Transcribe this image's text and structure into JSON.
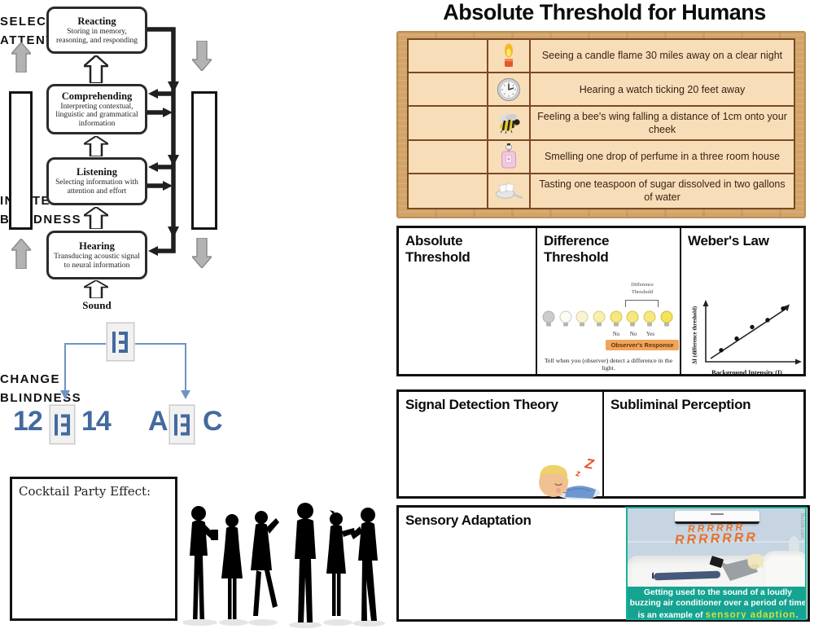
{
  "title": "Absolute Threshold for Humans",
  "flowchart": {
    "stages": [
      {
        "title": "Reacting",
        "desc": "Storing in memory, reasoning, and responding"
      },
      {
        "title": "Comprehending",
        "desc": "Interpreting contextual, linguistic and grammatical information"
      },
      {
        "title": "Listening",
        "desc": "Selecting information with attention and effort"
      },
      {
        "title": "Hearing",
        "desc": "Transducing acoustic signal to neural information"
      }
    ],
    "source_label": "Sound"
  },
  "circles": [
    {
      "line1": "Selective",
      "line2": "Attention"
    },
    {
      "line1": "Inattentional",
      "line2": "Blindness"
    },
    {
      "line1": "Change",
      "line2": "Blindness"
    }
  ],
  "ambiguous_figure": {
    "left_before": "12",
    "left_after": "14",
    "right_before": "A",
    "right_after": "C"
  },
  "cocktail": {
    "label": "Cocktail Party Effect:"
  },
  "threshold_table": {
    "rows": [
      {
        "icon": "candle-icon",
        "text": "Seeing a candle flame 30 miles away on a clear night"
      },
      {
        "icon": "watch-icon",
        "text": "Hearing a watch ticking 20 feet away"
      },
      {
        "icon": "bee-icon",
        "text": "Feeling a bee's wing falling a distance of 1cm onto your cheek"
      },
      {
        "icon": "perfume-icon",
        "text": "Smelling one drop of perfume in a three room house"
      },
      {
        "icon": "sugar-icon",
        "text": "Tasting one teaspoon of sugar dissolved in two gallons of water"
      }
    ]
  },
  "concepts": {
    "absolute": "Absolute Threshold",
    "difference": "Difference Threshold",
    "weber": "Weber's Law",
    "signal": "Signal Detection Theory",
    "subliminal": "Subliminal Perception",
    "sensory": "Sensory Adaptation"
  },
  "difference_figure": {
    "bracket_line1": "Difference",
    "bracket_line2": "Threshold",
    "responses": [
      "No",
      "No",
      "Yes"
    ],
    "response_box": "Observer's Response",
    "caption": "Tell when you (observer) detect a difference in the light.",
    "bulb_colors": [
      "#cccccc",
      "#fdfcf0",
      "#faf4d4",
      "#f8eeae",
      "#f6e87f",
      "#f6e87f",
      "#f6e87f",
      "#f4e259"
    ]
  },
  "weber_graph": {
    "type": "scatter",
    "ylabel": "ΔI (difference threshold)",
    "xlabel": "Background Intensity (I)",
    "points": [
      {
        "x": 1,
        "y": 1
      },
      {
        "x": 2,
        "y": 2
      },
      {
        "x": 3,
        "y": 3
      },
      {
        "x": 4,
        "y": 3.6
      },
      {
        "x": 5,
        "y": 4.6
      }
    ]
  },
  "sensory_image": {
    "sound_line1": "RRRRRR",
    "sound_line2": "RRRRRRR",
    "caption_line1": "Getting used to the sound of a loudly",
    "caption_line2": "buzzing air conditioner over a period of time",
    "caption_line3_prefix": "is an example of ",
    "caption_highlight": "sensory adaption",
    "caption_suffix": ".",
    "watermark": "Buzzle.com"
  },
  "colors": {
    "figure_blue": "#44699f",
    "sound_orange": "#e7712b",
    "caption_teal": "#16a391",
    "highlight_green": "#d3e13c",
    "wood_frame": "#d2a468",
    "cell_peach": "#f8ddb9",
    "observer_box_orange": "#f2a558"
  }
}
